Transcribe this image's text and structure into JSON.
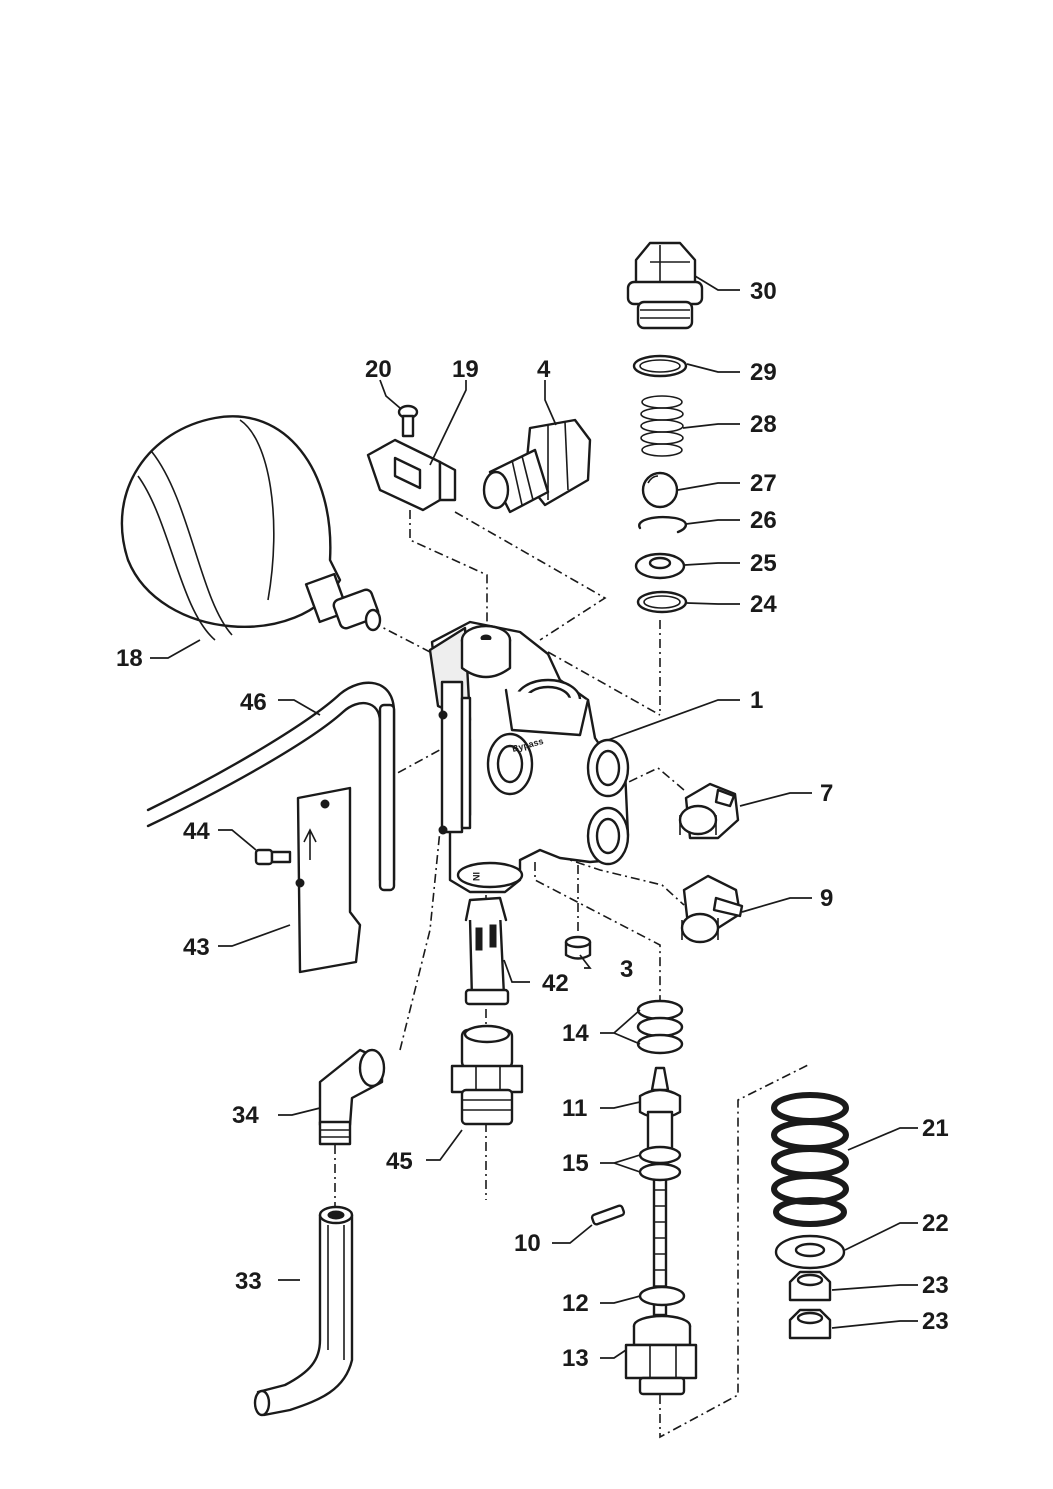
{
  "callouts": [
    {
      "id": "p1",
      "text": "1"
    },
    {
      "id": "p3",
      "text": "3"
    },
    {
      "id": "p4",
      "text": "4"
    },
    {
      "id": "p7",
      "text": "7"
    },
    {
      "id": "p9",
      "text": "9"
    },
    {
      "id": "p10",
      "text": "10"
    },
    {
      "id": "p11",
      "text": "11"
    },
    {
      "id": "p12",
      "text": "12"
    },
    {
      "id": "p13",
      "text": "13"
    },
    {
      "id": "p14",
      "text": "14"
    },
    {
      "id": "p15",
      "text": "15"
    },
    {
      "id": "p18",
      "text": "18"
    },
    {
      "id": "p19",
      "text": "19"
    },
    {
      "id": "p20",
      "text": "20"
    },
    {
      "id": "p21",
      "text": "21"
    },
    {
      "id": "p22",
      "text": "22"
    },
    {
      "id": "p23a",
      "text": "23"
    },
    {
      "id": "p23b",
      "text": "23"
    },
    {
      "id": "p24",
      "text": "24"
    },
    {
      "id": "p25",
      "text": "25"
    },
    {
      "id": "p26",
      "text": "26"
    },
    {
      "id": "p27",
      "text": "27"
    },
    {
      "id": "p28",
      "text": "28"
    },
    {
      "id": "p29",
      "text": "29"
    },
    {
      "id": "p30",
      "text": "30"
    },
    {
      "id": "p33",
      "text": "33"
    },
    {
      "id": "p34",
      "text": "34"
    },
    {
      "id": "p42",
      "text": "42"
    },
    {
      "id": "p43",
      "text": "43"
    },
    {
      "id": "p44",
      "text": "44"
    },
    {
      "id": "p45",
      "text": "45"
    },
    {
      "id": "p46",
      "text": "46"
    }
  ],
  "body_markings": {
    "in_label": "IN",
    "flow_label": "Bypass"
  },
  "colors": {
    "ink": "#1a1a1a",
    "paper": "#ffffff"
  }
}
